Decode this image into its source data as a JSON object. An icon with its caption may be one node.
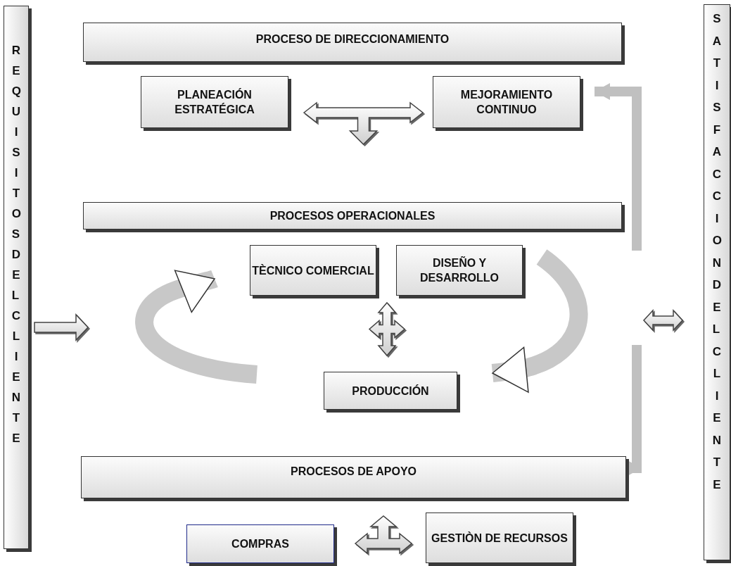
{
  "diagram": {
    "nodes": [
      {
        "text": [
          "REQUISITOS DEL CLIENTE"
        ]
      },
      {
        "text": [
          "PROCESO DE DIRECCIONAMIENTO"
        ]
      },
      {
        "text": [
          "PLANEACIÓN ESTRATÉGICA"
        ]
      },
      {
        "text": [
          "MEJORAMIENTO CONTINUO"
        ]
      },
      {
        "text": [
          "PROCESOS OPERACIONALES"
        ]
      },
      {
        "text": [
          "TÈCNICO COMERCIAL"
        ]
      },
      {
        "text": [
          "DISEÑO Y DESARROLLO"
        ]
      },
      {
        "text": [
          "PRODUCCIÓN"
        ]
      },
      {
        "text": [
          "PROCESOS DE APOYO"
        ]
      },
      {
        "text": [
          "COMPRAS"
        ]
      },
      {
        "text": [
          "GESTIÒN DE RECURSOS"
        ]
      },
      {
        "text": [
          "SATISFACCION DEL CLIENTE"
        ]
      }
    ],
    "edges": [
      {
        "from": 0,
        "to": null,
        "arrow": "to"
      },
      {
        "from": 2,
        "to": 3,
        "arrow": "both"
      },
      {
        "from": 4,
        "to": 3,
        "arrow": "to",
        "color": "#c0c0c0"
      },
      {
        "from": null,
        "to": 5,
        "arrow": "to",
        "style": "thick"
      },
      {
        "from": 5,
        "to": 7,
        "arrow": "both"
      },
      {
        "from": null,
        "to": 7,
        "arrow": "to",
        "style": "thick"
      },
      {
        "from": null,
        "to": 11,
        "arrow": "both"
      },
      {
        "from": null,
        "to": 8,
        "arrow": "to",
        "color": "#c0c0c0"
      },
      {
        "from": 9,
        "to": 10,
        "arrow": "both"
      }
    ]
  }
}
